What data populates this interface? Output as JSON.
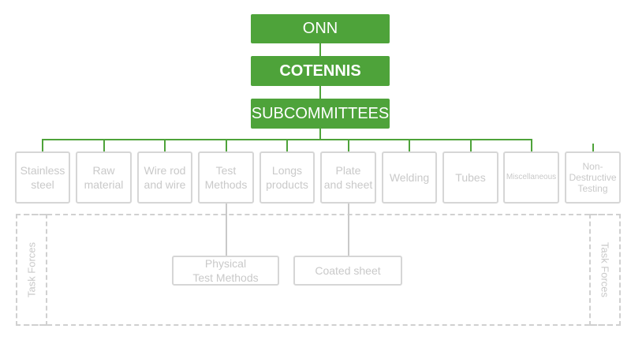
{
  "org_chart": {
    "top": "ONN",
    "middle": "COTENNIS",
    "subcommittees": "SUBCOMMITTEES",
    "groups": [
      "Stainless\nsteel",
      "Raw\nmaterial",
      "Wire rod\nand wire",
      "Test\nMethods",
      "Longs\nproducts",
      "Plate\nand sheet",
      "Welding",
      "Tubes",
      "Miscellaneous",
      "Non-\nDestructive\nTesting"
    ],
    "task_force_items": [
      "Physical\nTest Methods",
      "Coated sheet"
    ],
    "task_forces_label": "Task Forces"
  },
  "colors": {
    "accent": "#4ea33a",
    "muted": "#c9c9c9"
  }
}
